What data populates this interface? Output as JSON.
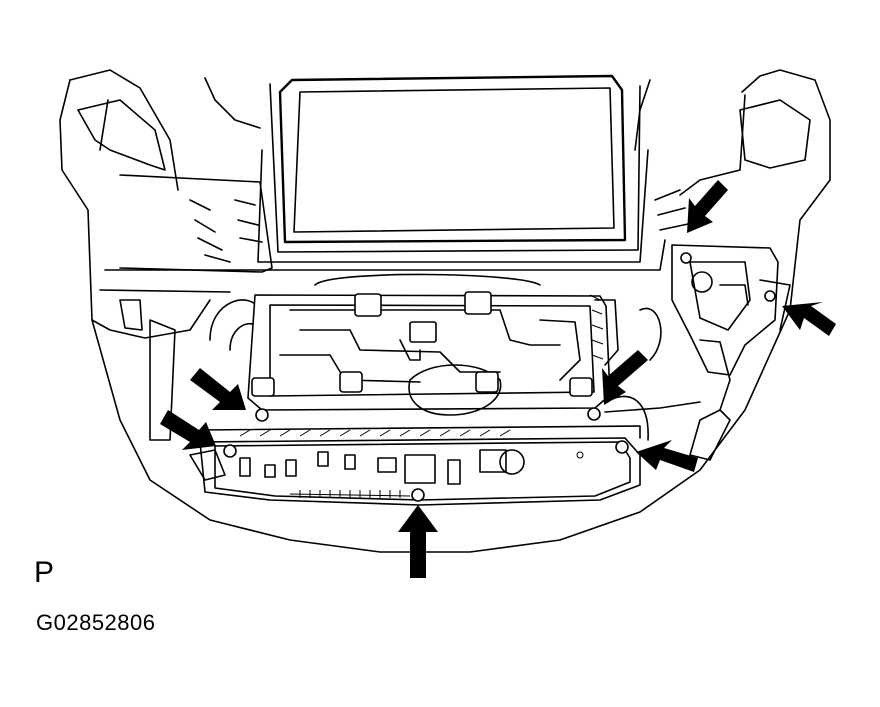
{
  "labels": {
    "view": "P",
    "figure_id": "G02852806"
  },
  "colors": {
    "line": "#000000",
    "background": "#ffffff"
  },
  "callouts": [
    {
      "name": "arrow-upper-right-bracket",
      "angle": 225
    },
    {
      "name": "arrow-right-bracket-screw",
      "angle": 153
    },
    {
      "name": "arrow-left-upper-screw",
      "angle": 40
    },
    {
      "name": "arrow-left-lower-screw",
      "angle": 38
    },
    {
      "name": "arrow-center-right-screw",
      "angle": 145
    },
    {
      "name": "arrow-right-lower-screw",
      "angle": 170
    },
    {
      "name": "arrow-bottom-screw",
      "angle": 270
    }
  ]
}
